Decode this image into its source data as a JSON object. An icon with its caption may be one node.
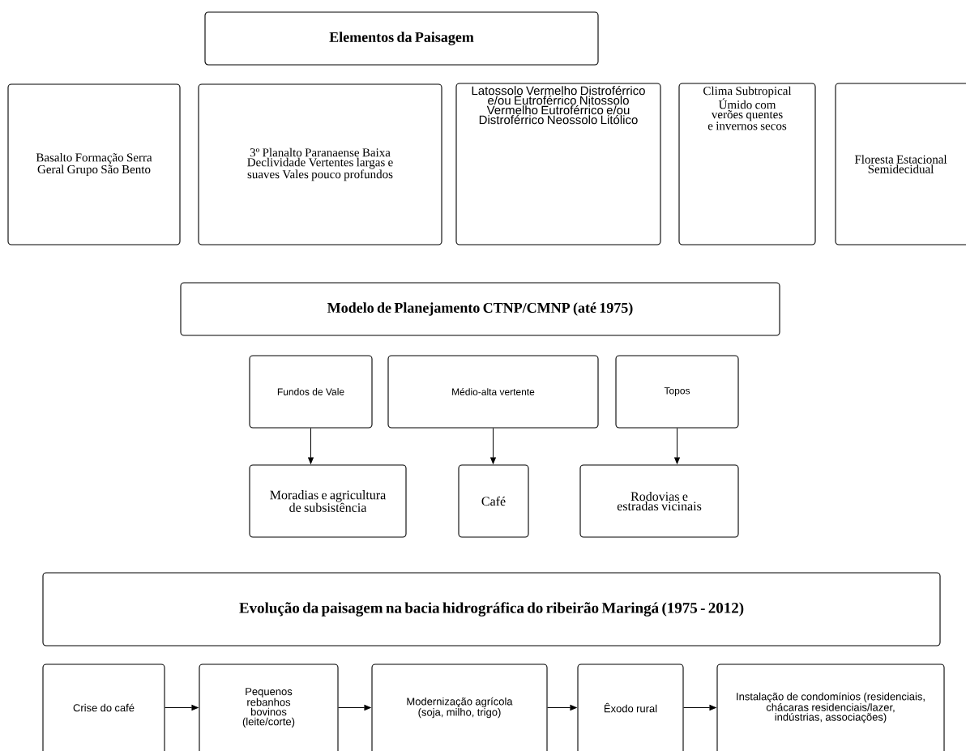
{
  "diagram": {
    "nodes": [
      {
        "text": [
          "Elementos da Paisagem"
        ]
      },
      {
        "text": [
          "Basalto Formação Serra Geral Grupo São Bento"
        ]
      },
      {
        "text": [
          "3º Planalto Paranaense Baixa Declividade Vertentes largas e suaves Vales pouco profundos"
        ]
      },
      {
        "text": [
          "Latossolo Vermelho Distroférrico e/ou Eutroférrico Nitossolo Vermelho Eutroférrico e/ou Distroférrico Neossolo Litólico"
        ]
      },
      {
        "text": [
          "Clima Subtropical Úmido com verões quentes e invernos secos"
        ]
      },
      {
        "text": [
          "Floresta Estacional Semidecidual"
        ]
      },
      {
        "text": [
          "Modelo de Planejamento CTNP/CMNP (até 1975)"
        ]
      },
      {
        "text": [
          "Fundos de Vale"
        ]
      },
      {
        "text": [
          "Médio-alta vertente"
        ]
      },
      {
        "text": [
          "Topos"
        ]
      },
      {
        "text": [
          "Moradias e agricultura de subsistência"
        ]
      },
      {
        "text": [
          "Café"
        ]
      },
      {
        "text": [
          "Rodovias e estradas vicinais"
        ]
      },
      {
        "text": [
          "Evolução da paisagem na bacia hidrográfica do ribeirão Maringá (1975 - 2012)"
        ]
      },
      {
        "text": [
          "Crise do café"
        ]
      },
      {
        "text": [
          "Pequenos rebanhos bovinos (leite/corte)"
        ]
      },
      {
        "text": [
          "Modernização agrícola (soja, milho, trigo)"
        ]
      },
      {
        "text": [
          "Êxodo rural"
        ]
      },
      {
        "text": [
          "Instalação de condomínios (residenciais, chácaras residenciais/lazer, indústrias, associações)"
        ]
      }
    ],
    "edges": [
      {
        "from": 7,
        "to": 10,
        "arrow": "to"
      },
      {
        "from": 8,
        "to": 11,
        "arrow": "to"
      },
      {
        "from": 9,
        "to": 12,
        "arrow": "to"
      },
      {
        "from": 14,
        "to": 15,
        "arrow": "to"
      },
      {
        "from": 15,
        "to": 16,
        "arrow": "to"
      },
      {
        "from": 16,
        "to": 17,
        "arrow": "to"
      },
      {
        "from": 17,
        "to": 18,
        "arrow": "to"
      }
    ]
  }
}
